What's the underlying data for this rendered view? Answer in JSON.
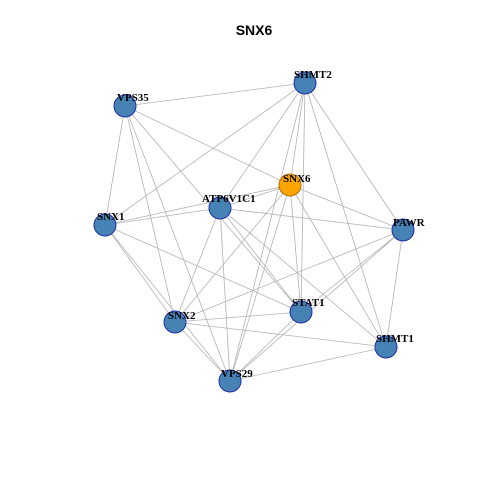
{
  "title": "SNX6",
  "colors": {
    "edge": "#b3b3b3",
    "node_fill": "#4682b4",
    "node_stroke": "#1f2ea8",
    "focus_fill": "#ffa500",
    "focus_stroke": "#b36b00"
  },
  "focus_node": "SNX6",
  "nodes": [
    {
      "id": "SHMT2",
      "label": "SHMT2"
    },
    {
      "id": "VPS35",
      "label": "VPS35"
    },
    {
      "id": "SNX6",
      "label": "SNX6"
    },
    {
      "id": "ATP6V1C1",
      "label": "ATP6V1C1"
    },
    {
      "id": "SNX1",
      "label": "SNX1"
    },
    {
      "id": "PAWR",
      "label": "PAWR"
    },
    {
      "id": "STAT1",
      "label": "STAT1"
    },
    {
      "id": "SNX2",
      "label": "SNX2"
    },
    {
      "id": "SHMT1",
      "label": "SHMT1"
    },
    {
      "id": "VPS29",
      "label": "VPS29"
    }
  ],
  "edges": [
    [
      "VPS35",
      "SHMT2"
    ],
    [
      "VPS35",
      "SNX1"
    ],
    [
      "VPS35",
      "SNX6"
    ],
    [
      "VPS35",
      "SNX2"
    ],
    [
      "VPS35",
      "VPS29"
    ],
    [
      "VPS35",
      "STAT1"
    ],
    [
      "SHMT2",
      "SNX1"
    ],
    [
      "SHMT2",
      "ATP6V1C1"
    ],
    [
      "SHMT2",
      "SNX6"
    ],
    [
      "SHMT2",
      "PAWR"
    ],
    [
      "SHMT2",
      "STAT1"
    ],
    [
      "SHMT2",
      "SHMT1"
    ],
    [
      "SHMT2",
      "VPS29"
    ],
    [
      "SNX6",
      "SNX1"
    ],
    [
      "SNX6",
      "ATP6V1C1"
    ],
    [
      "SNX6",
      "PAWR"
    ],
    [
      "SNX6",
      "SNX2"
    ],
    [
      "SNX6",
      "VPS29"
    ],
    [
      "SNX6",
      "STAT1"
    ],
    [
      "SNX6",
      "SHMT1"
    ],
    [
      "ATP6V1C1",
      "SNX1"
    ],
    [
      "ATP6V1C1",
      "PAWR"
    ],
    [
      "ATP6V1C1",
      "SNX2"
    ],
    [
      "ATP6V1C1",
      "VPS29"
    ],
    [
      "ATP6V1C1",
      "STAT1"
    ],
    [
      "ATP6V1C1",
      "SHMT1"
    ],
    [
      "SNX1",
      "SNX2"
    ],
    [
      "SNX1",
      "VPS29"
    ],
    [
      "SNX1",
      "STAT1"
    ],
    [
      "PAWR",
      "SNX2"
    ],
    [
      "PAWR",
      "VPS29"
    ],
    [
      "PAWR",
      "STAT1"
    ],
    [
      "PAWR",
      "SHMT1"
    ],
    [
      "SNX2",
      "STAT1"
    ],
    [
      "SNX2",
      "SHMT1"
    ],
    [
      "SNX2",
      "VPS29"
    ],
    [
      "STAT1",
      "VPS29"
    ],
    [
      "SHMT1",
      "VPS29"
    ]
  ]
}
